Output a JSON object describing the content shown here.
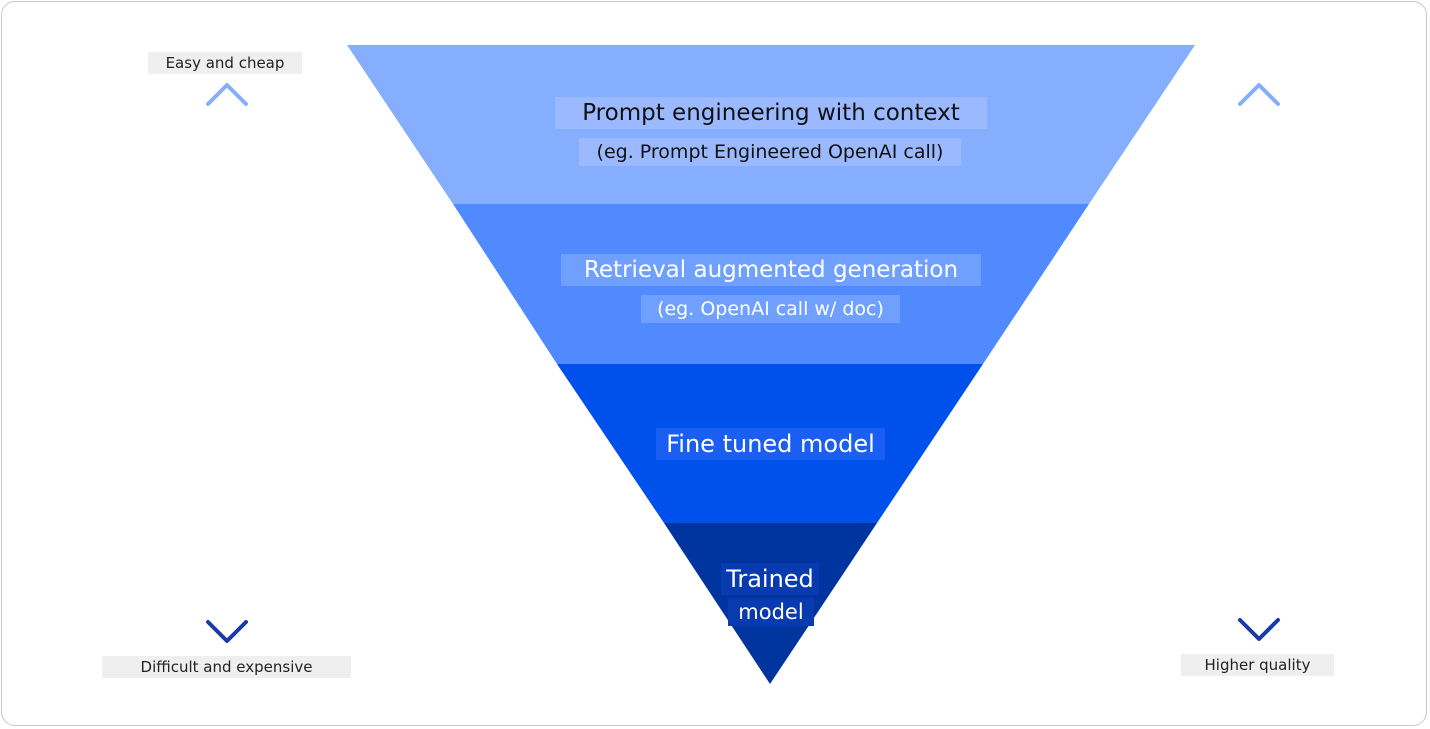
{
  "left_axis": {
    "top_label": "Easy and cheap",
    "bottom_label": "Difficult and expensive"
  },
  "right_axis": {
    "bottom_label": "Higher quality"
  },
  "layers": [
    {
      "title": "Prompt engineering with context",
      "subtitle": "(eg. Prompt Engineered OpenAI call)",
      "color": "#86aeff"
    },
    {
      "title": "Retrieval augmented generation",
      "subtitle": "(eg. OpenAI call w/ doc)",
      "color": "#5189ff"
    },
    {
      "title": "Fine tuned model",
      "subtitle": "",
      "color": "#0050ec"
    },
    {
      "title": "Trained",
      "subtitle": "model",
      "color": "#00349e"
    }
  ],
  "arrow_colors": {
    "top": "#86aeff",
    "bottom": "#1a3aa8"
  }
}
